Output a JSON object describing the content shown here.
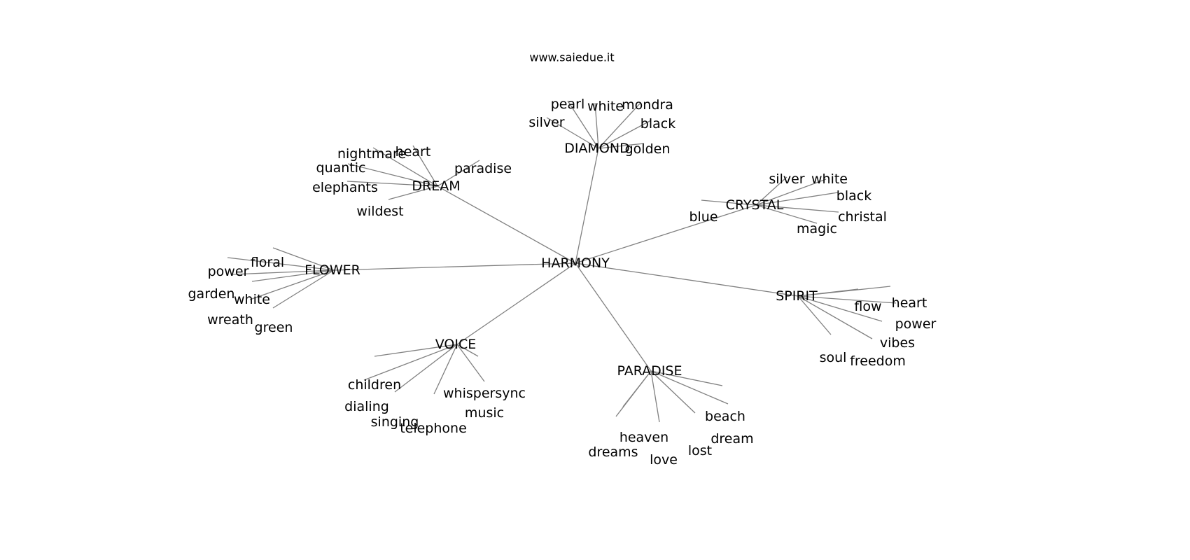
{
  "site": "www.saiedue.it",
  "colors": {
    "edge": "#808080",
    "text": "#000000",
    "background": "#ffffff"
  },
  "root": "HARMONY",
  "branches": [
    {
      "id": "diamond",
      "label": "DIAMOND",
      "leaves": [
        {
          "id": "pearl",
          "label": "pearl"
        },
        {
          "id": "white",
          "label": "white"
        },
        {
          "id": "mondra",
          "label": "mondra"
        },
        {
          "id": "silver",
          "label": "silver"
        },
        {
          "id": "black",
          "label": "black"
        },
        {
          "id": "golden",
          "label": "golden"
        }
      ]
    },
    {
      "id": "dream",
      "label": "DREAM",
      "leaves": [
        {
          "id": "nightmare",
          "label": "nightmare"
        },
        {
          "id": "heart",
          "label": "heart"
        },
        {
          "id": "quantic",
          "label": "quantic"
        },
        {
          "id": "paradise",
          "label": "paradise"
        },
        {
          "id": "elephants",
          "label": "elephants"
        },
        {
          "id": "wildest",
          "label": "wildest"
        }
      ]
    },
    {
      "id": "crystal",
      "label": "CRYSTAL",
      "leaves": [
        {
          "id": "silver",
          "label": "silver"
        },
        {
          "id": "white",
          "label": "white"
        },
        {
          "id": "black",
          "label": "black"
        },
        {
          "id": "blue",
          "label": "blue"
        },
        {
          "id": "christal",
          "label": "christal"
        },
        {
          "id": "magic",
          "label": "magic"
        }
      ]
    },
    {
      "id": "flower",
      "label": "FLOWER",
      "leaves": [
        {
          "id": "floral",
          "label": "floral"
        },
        {
          "id": "power",
          "label": "power"
        },
        {
          "id": "garden",
          "label": "garden"
        },
        {
          "id": "white",
          "label": "white"
        },
        {
          "id": "wreath",
          "label": "wreath"
        },
        {
          "id": "green",
          "label": "green"
        }
      ]
    },
    {
      "id": "spirit",
      "label": "SPIRIT",
      "leaves": [
        {
          "id": "heart",
          "label": "heart"
        },
        {
          "id": "flow",
          "label": "flow"
        },
        {
          "id": "power",
          "label": "power"
        },
        {
          "id": "vibes",
          "label": "vibes"
        },
        {
          "id": "soul",
          "label": "soul"
        },
        {
          "id": "freedom",
          "label": "freedom"
        }
      ]
    },
    {
      "id": "voice",
      "label": "VOICE",
      "leaves": [
        {
          "id": "children",
          "label": "children"
        },
        {
          "id": "whispersync",
          "label": "whispersync"
        },
        {
          "id": "dialing",
          "label": "dialing"
        },
        {
          "id": "music",
          "label": "music"
        },
        {
          "id": "singing",
          "label": "singing"
        },
        {
          "id": "telephone",
          "label": "telephone"
        }
      ]
    },
    {
      "id": "paradise",
      "label": "PARADISE",
      "leaves": [
        {
          "id": "beach",
          "label": "beach"
        },
        {
          "id": "heaven",
          "label": "heaven"
        },
        {
          "id": "dream",
          "label": "dream"
        },
        {
          "id": "dreams",
          "label": "dreams"
        },
        {
          "id": "lost",
          "label": "lost"
        },
        {
          "id": "love",
          "label": "love"
        }
      ]
    }
  ]
}
